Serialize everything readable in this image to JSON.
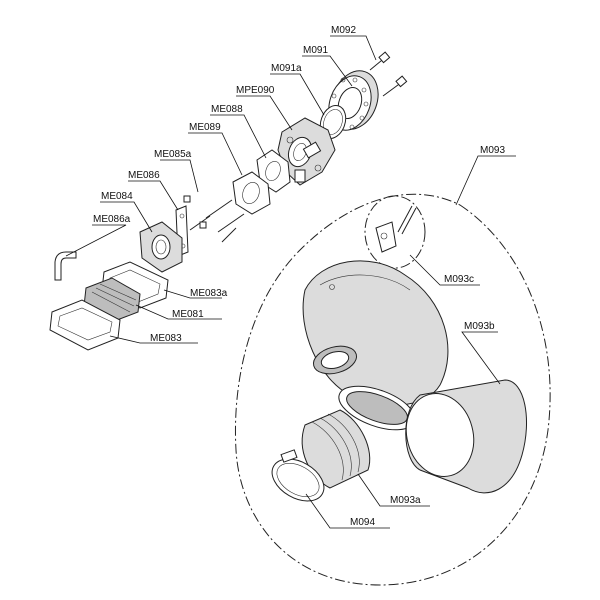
{
  "labels": {
    "M092": "M092",
    "M091": "M091",
    "M091a": "M091a",
    "MPE090": "MPE090",
    "ME088": "ME088",
    "ME089": "ME089",
    "ME085a": "ME085a",
    "ME086": "ME086",
    "ME084": "ME084",
    "ME086a": "ME086a",
    "ME083a": "ME083a",
    "ME081": "ME081",
    "ME083": "ME083",
    "M093": "M093",
    "M093c": "M093c",
    "M093b": "M093b",
    "M093a": "M093a",
    "M094": "M094"
  }
}
